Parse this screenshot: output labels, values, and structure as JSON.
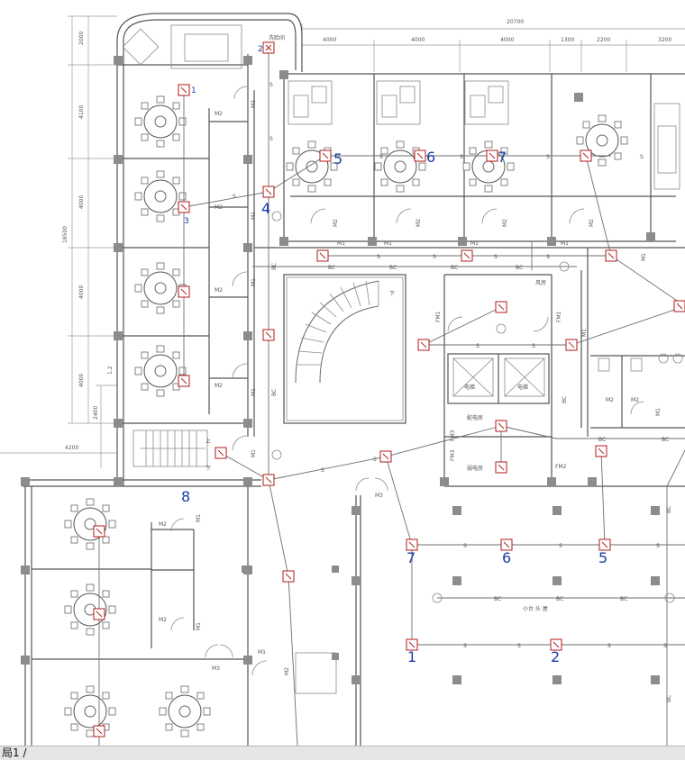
{
  "tabbar": {
    "active_tab": "局1 /"
  },
  "plan": {
    "labels": {
      "wc": "洗脸间",
      "fengfang": "风房",
      "dianti1": "电梯",
      "dianti2": "电梯",
      "peidianfang": "配电房",
      "ruodianfang": "弱电房",
      "xiaotaishi": "小台 头 屋"
    },
    "numbers": {
      "n1": "1",
      "n2": "2",
      "n4": "4",
      "n5": "5",
      "n6": "6",
      "n7": "7",
      "n8": "8",
      "n5b": "5",
      "n6b": "6",
      "n7b": "7",
      "n1b": "1",
      "n2b": "2",
      "n3b": "3"
    },
    "door_tags": [
      "M1",
      "M2",
      "M3",
      "FM1",
      "FM2",
      "FM3",
      "BC",
      "S"
    ],
    "dims": {
      "top_total": "20700",
      "top1": "4000",
      "top2": "4000",
      "top3": "4000",
      "top4": "1300",
      "top5": "2200",
      "top6": "3200",
      "left1": "2000",
      "left2": "4100",
      "left3": "4000",
      "left4": "4000",
      "left5": "4000",
      "left_total": "18500",
      "left6": "2400",
      "left7": "1.2",
      "bottom_left": "4200"
    },
    "stair": {
      "up": "上",
      "down": "下"
    }
  },
  "colors": {
    "sensor": "#b01818",
    "numbers": "#1a3ea8",
    "walls": "#555555",
    "columns": "#8c8c8c"
  }
}
